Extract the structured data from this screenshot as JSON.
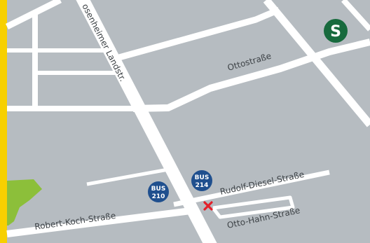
{
  "colors": {
    "frame": "#f7d000",
    "blocks": "#b6bcc1",
    "roads": "#ffffff",
    "park": "#8cbf3a",
    "label": "#3d4246",
    "bus_badge": "#1f4f8e",
    "sbahn_badge": "#176a3d",
    "marker": "#e3202a"
  },
  "streets": {
    "rosenheimer": "osenheimer Landstr.",
    "otto": "Ottostraße",
    "rudolf_diesel": "Rudolf-Diesel-Straße",
    "otto_hahn": "Otto-Hahn-Straße",
    "robert_koch": "Robert-Koch-Straße"
  },
  "badges": {
    "bus_214": {
      "top": "BUS",
      "number": "214"
    },
    "bus_210": {
      "top": "BUS",
      "number": "210"
    },
    "sbahn": {
      "letter": "S"
    }
  },
  "icons": {
    "destination": "destination-cross-icon",
    "sbahn": "s-bahn-icon",
    "bus": "bus-stop-icon"
  }
}
